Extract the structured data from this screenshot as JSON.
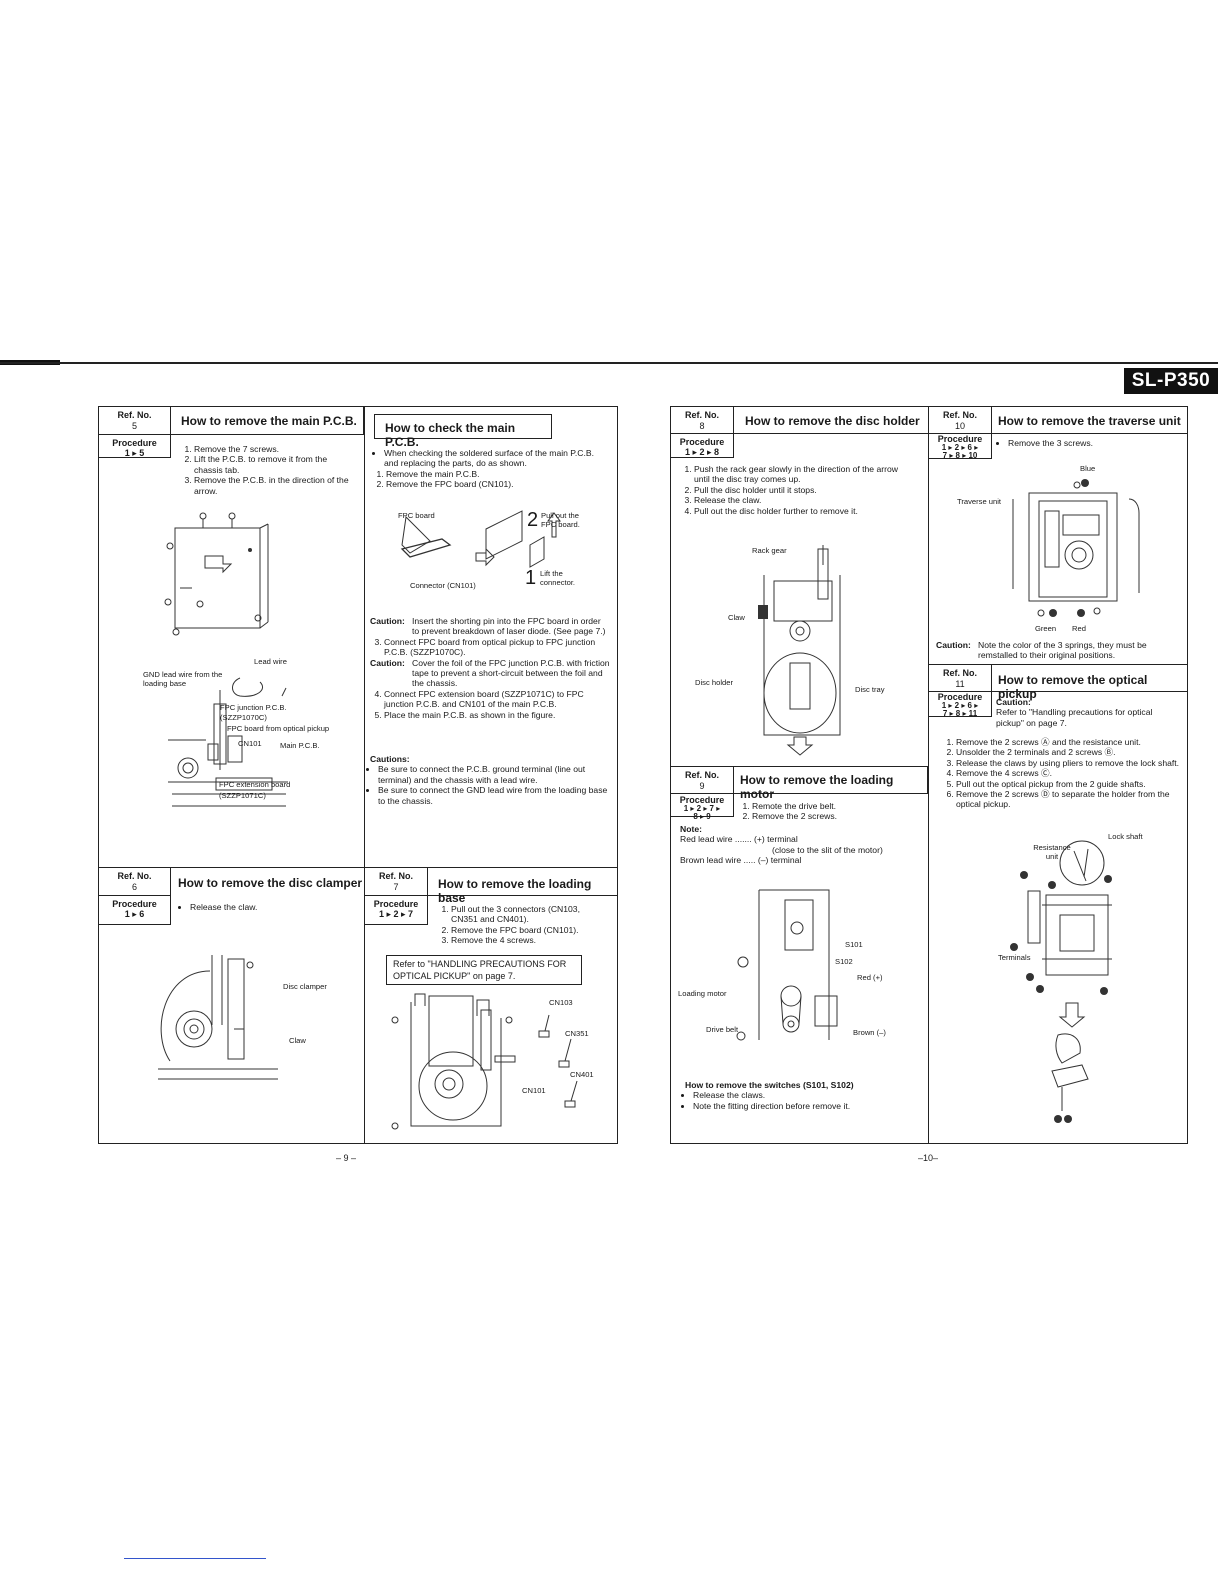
{
  "header": {
    "model": "SL-P350"
  },
  "page9": {
    "page_number": "– 9 –",
    "s5": {
      "ref_label": "Ref. No.",
      "ref_no": "5",
      "title": "How to remove the main P.C.B.",
      "proc_label": "Procedure",
      "proc_seq": "1 ▸ 5",
      "steps": [
        "Remove the 7 screws.",
        "Lift the P.C.B. to remove it from the chassis tab.",
        "Remove the P.C.B. in the direction of the arrow."
      ],
      "labels": {
        "lead_wire": "Lead wire",
        "gnd_lead": "GND lead wire from the loading base",
        "fpc_junction": "FPC junction P.C.B.",
        "fpc_junction_code": "(SZZP1070C)",
        "fpc_board_pickup": "FPC board from optical pickup",
        "cn101": "CN101",
        "main_pcb": "Main P.C.B.",
        "fpc_ext": "FPC extension board",
        "fpc_ext_code": "(SZZP1071C)"
      }
    },
    "check": {
      "title": "How to check the main P.C.B.",
      "bullet": "When checking the soldered surface of the main P.C.B. and replacing the parts, do as shown.",
      "steps_a": [
        "Remove the main P.C.B.",
        "Remove the FPC board (CN101)."
      ],
      "labels": {
        "fpc_board": "FPC board",
        "num2": "2",
        "pull_out": "Pull out the FPC board.",
        "num1": "1",
        "lift": "Lift the connector.",
        "connector": "Connector (CN101)"
      },
      "caution1_label": "Caution:",
      "caution1": "Insert the shorting pin into the FPC board in order to prevent breakdown of laser diode. (See page 7.)",
      "step3": "Connect FPC board from optical pickup to FPC junction P.C.B. (SZZP1070C).",
      "caution2_label": "Caution:",
      "caution2": "Cover the foil of the FPC junction P.C.B. with friction tape to prevent a short-circuit between the foil and the chassis.",
      "step4": "Connect FPC extension board (SZZP1071C) to FPC junction P.C.B. and CN101 of the main P.C.B.",
      "step5": "Place the main P.C.B. as shown in the figure.",
      "cautions_label": "Cautions:",
      "cautions": [
        "Be sure to connect the P.C.B. ground terminal (line out terminal) and the chassis with a lead wire.",
        "Be sure to connect the GND lead wire from the loading base to the chassis."
      ]
    },
    "s6": {
      "ref_label": "Ref. No.",
      "ref_no": "6",
      "title": "How to remove the disc clamper",
      "proc_label": "Procedure",
      "proc_seq": "1 ▸ 6",
      "bullet": "Release the claw.",
      "labels": {
        "disc_clamper": "Disc clamper",
        "claw": "Claw"
      }
    },
    "s7": {
      "ref_label": "Ref. No.",
      "ref_no": "7",
      "title": "How to remove the loading base",
      "proc_label": "Procedure",
      "proc_seq": "1 ▸ 2 ▸ 7",
      "steps": [
        "Pull out the 3 connectors (CN103, CN351 and CN401).",
        "Remove the FPC board (CN101).",
        "Remove the 4 screws."
      ],
      "refer": "Refer to \"HANDLING PRECAUTIONS FOR OPTICAL PICKUP\" on page 7.",
      "labels": {
        "cn103": "CN103",
        "cn351": "CN351",
        "cn401": "CN401",
        "cn101": "CN101"
      }
    }
  },
  "page10": {
    "page_number": "–10–",
    "s8": {
      "ref_label": "Ref. No.",
      "ref_no": "8",
      "title": "How to remove the disc holder",
      "proc_label": "Procedure",
      "proc_seq": "1 ▸ 2 ▸ 8",
      "steps": [
        "Push the rack gear slowly in the direction of the arrow until the disc tray comes up.",
        "Pull the disc holder until it stops.",
        "Release the claw.",
        "Pull out the disc holder further to remove it."
      ],
      "labels": {
        "rack_gear": "Rack gear",
        "claw": "Claw",
        "disc_holder": "Disc holder",
        "disc_tray": "Disc tray"
      }
    },
    "s9": {
      "ref_label": "Ref. No.",
      "ref_no": "9",
      "title": "How to remove the loading motor",
      "proc_label": "Procedure",
      "proc_seq_1": "1 ▸ 2 ▸ 7 ▸",
      "proc_seq_2": "8 ▸ 9",
      "steps": [
        "Remote the drive belt.",
        "Remove the 2 screws."
      ],
      "note_label": "Note:",
      "note_red": "Red lead wire ....... (+) terminal",
      "note_red2": "(close to the slit of the motor)",
      "note_brown": "Brown lead wire ..... (–) terminal",
      "labels": {
        "s101": "S101",
        "s102": "S102",
        "red": "Red (+)",
        "loading_motor": "Loading motor",
        "drive_belt": "Drive belt",
        "brown": "Brown (–)"
      },
      "switch_title": "How to remove the switches (S101, S102)",
      "switch_bullets": [
        "Release the claws.",
        "Note the fitting direction before remove it."
      ]
    },
    "s10": {
      "ref_label": "Ref. No.",
      "ref_no": "10",
      "title": "How to remove the traverse unit",
      "proc_label": "Procedure",
      "proc_seq_1": "1 ▸ 2 ▸ 6 ▸",
      "proc_seq_2": "7 ▸ 8 ▸ 10",
      "bullet": "Remove the 3 screws.",
      "labels": {
        "blue": "Blue",
        "traverse_unit": "Traverse unit",
        "green": "Green",
        "red": "Red"
      },
      "caution_label": "Caution:",
      "caution": "Note the color of the 3 springs, they must be remstalled to their original positions."
    },
    "s11": {
      "ref_label": "Ref. No.",
      "ref_no": "11",
      "title": "How to remove the optical pickup",
      "proc_label": "Procedure",
      "proc_seq_1": "1 ▸ 2 ▸ 6 ▸",
      "proc_seq_2": "7 ▸ 8 ▸ 11",
      "caution_label": "Caution:",
      "caution": "Refer to \"Handling precautions for optical pickup\" on page 7.",
      "steps": [
        "Remove the 2 screws Ⓐ and the resistance unit.",
        "Unsolder the 2 terminals and 2 screws Ⓑ.",
        "Release the claws by using pliers to remove the lock shaft.",
        "Remove the 4 screws Ⓒ.",
        "Pull out the optical pickup from the 2 guide shafts.",
        "Remove the 2 screws Ⓓ to separate the holder from the optical pickup."
      ],
      "labels": {
        "lock_shaft": "Lock shaft",
        "resistance_unit": "Resistance unit",
        "terminals": "Terminals"
      }
    }
  }
}
